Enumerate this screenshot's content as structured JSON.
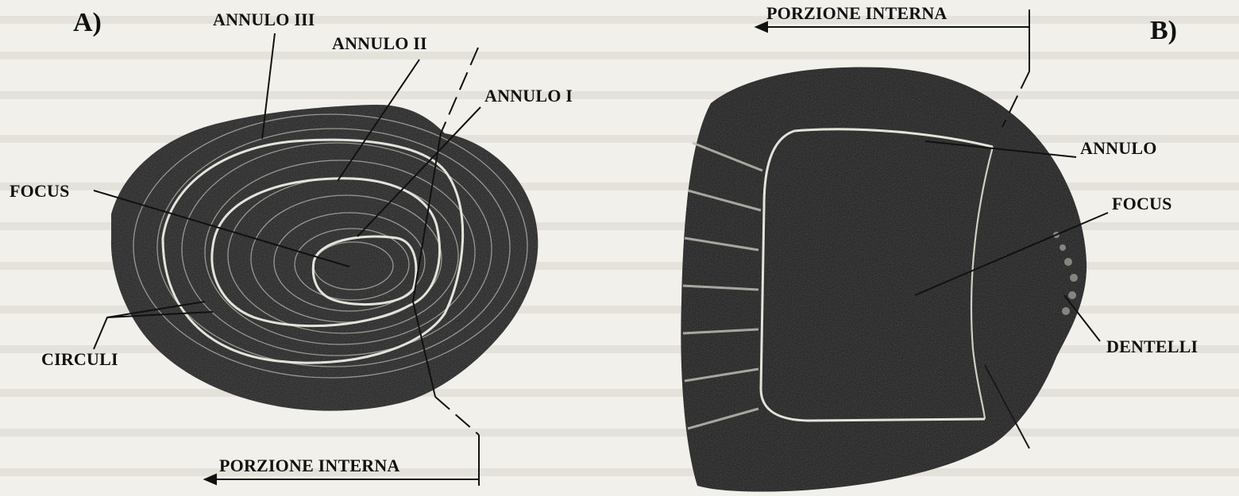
{
  "figure": {
    "panel_a": {
      "letter": "A)",
      "labels": {
        "annulo_iii": "ANNULO III",
        "annulo_ii": "ANNULO II",
        "annulo_i": "ANNULO I",
        "focus": "FOCUS",
        "circuli": "CIRCULI",
        "porzione_interna": "PORZIONE INTERNA"
      }
    },
    "panel_b": {
      "letter": "B)",
      "labels": {
        "porzione_interna": "PORZIONE INTERNA",
        "annulo": "ANNULO",
        "focus": "FOCUS",
        "dentelli": "DENTELLI"
      }
    }
  },
  "colors": {
    "paper": "#f2f0ea",
    "scale_body": "#1a1a1a",
    "ring_line": "#dcdcd4",
    "ink": "#111111"
  }
}
